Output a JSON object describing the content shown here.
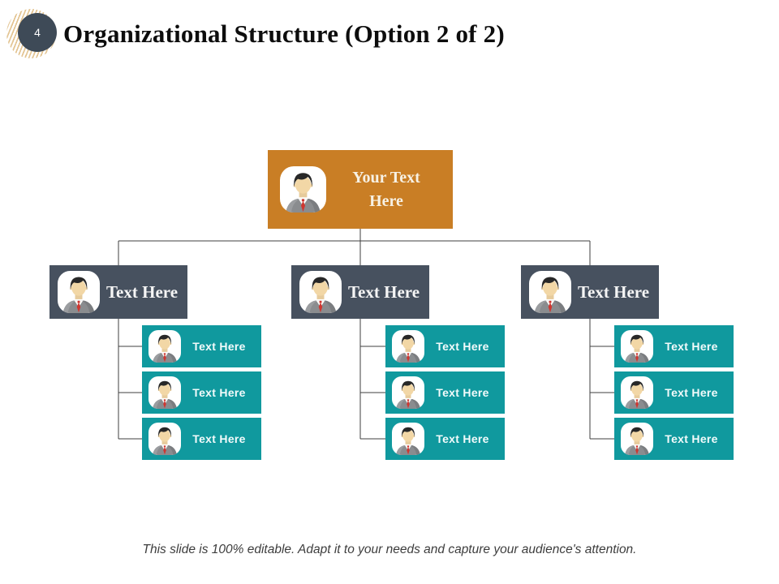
{
  "slide": {
    "page_number": "4",
    "title": "Organizational Structure (Option 2 of 2)",
    "footer": "This slide is 100% editable. Adapt it to your needs and capture your audience's attention."
  },
  "colors": {
    "root_box": "#c97e25",
    "manager_box": "#47515f",
    "member_box": "#10999e",
    "page_badge": "#3e4a57",
    "hatch_stripes": "#e3c492",
    "connector_line": "#3f3f3f"
  },
  "icons": {
    "node_icon": "person-avatar-icon",
    "decoration": "hatch-stripe-circle"
  },
  "org_chart": {
    "root": {
      "label": "Your Text Here",
      "icon": "person-avatar-icon"
    },
    "managers": [
      {
        "label": "Text Here",
        "icon": "person-avatar-icon",
        "reports": [
          {
            "label": "Text Here",
            "icon": "person-avatar-icon"
          },
          {
            "label": "Text Here",
            "icon": "person-avatar-icon"
          },
          {
            "label": "Text Here",
            "icon": "person-avatar-icon"
          }
        ]
      },
      {
        "label": "Text Here",
        "icon": "person-avatar-icon",
        "reports": [
          {
            "label": "Text Here",
            "icon": "person-avatar-icon"
          },
          {
            "label": "Text Here",
            "icon": "person-avatar-icon"
          },
          {
            "label": "Text Here",
            "icon": "person-avatar-icon"
          }
        ]
      },
      {
        "label": "Text Here",
        "icon": "person-avatar-icon",
        "reports": [
          {
            "label": "Text Here",
            "icon": "person-avatar-icon"
          },
          {
            "label": "Text Here",
            "icon": "person-avatar-icon"
          },
          {
            "label": "Text Here",
            "icon": "person-avatar-icon"
          }
        ]
      }
    ]
  }
}
